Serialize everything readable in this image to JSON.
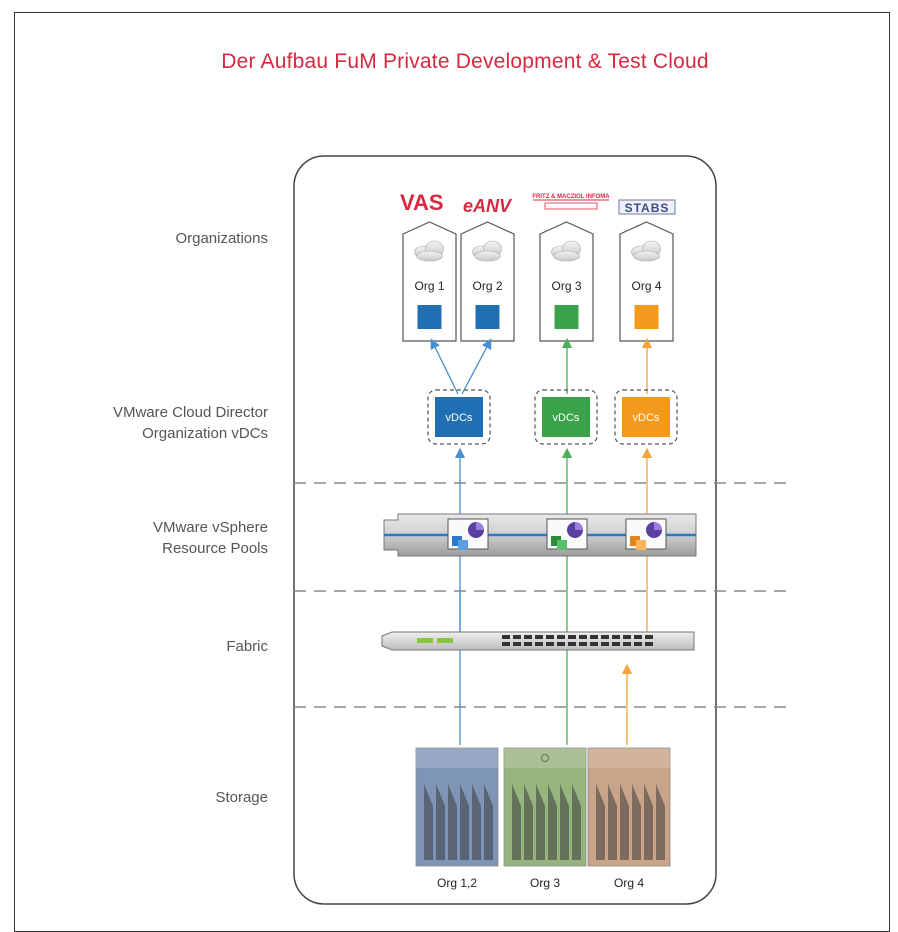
{
  "title": "Der Aufbau FuM Private Development & Test Cloud",
  "layers": {
    "organizations": "Organizations",
    "vdc_line1": "VMware Cloud Director",
    "vdc_line2": "Organization vDCs",
    "vsphere_line1": "VMware vSphere",
    "vsphere_line2": "Resource Pools",
    "fabric": "Fabric",
    "storage": "Storage"
  },
  "organizations": [
    {
      "label": "Org 1",
      "logo": "VAS",
      "color": "#1f6fb2"
    },
    {
      "label": "Org 2",
      "logo": "eANV",
      "color": "#1f6fb2"
    },
    {
      "label": "Org 3",
      "logo": "FRITZ & MACZIOL INFOMA",
      "color": "#3aa34a"
    },
    {
      "label": "Org 4",
      "logo": "STABS",
      "color": "#f39a1d"
    }
  ],
  "vdcs": [
    {
      "label": "vDCs",
      "color": "#1f6fb2"
    },
    {
      "label": "vDCs",
      "color": "#3aa34a"
    },
    {
      "label": "vDCs",
      "color": "#f39a1d"
    }
  ],
  "storage": [
    {
      "label": "Org 1,2",
      "color": "#7f95b8"
    },
    {
      "label": "Org 3",
      "color": "#98b47e"
    },
    {
      "label": "Org 4",
      "color": "#c9a488"
    }
  ]
}
